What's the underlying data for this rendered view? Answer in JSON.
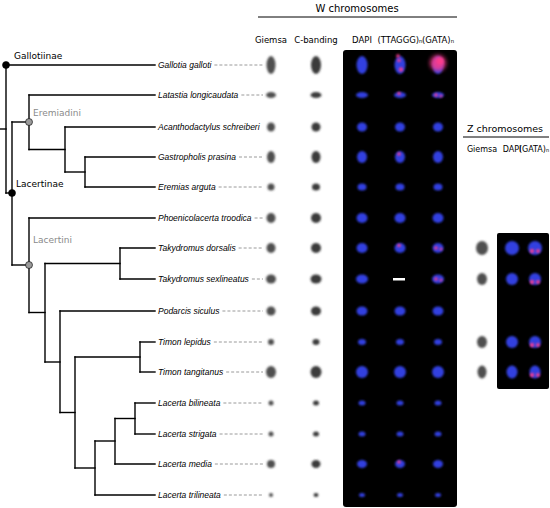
{
  "diagram": {
    "labels": [
      "W chromosomes",
      "Giemsa",
      "C-banding",
      "DAPI",
      "(TTAGGG)ₙ",
      "(GATA)ₙ",
      "Gallotiinae",
      "Eremiadini",
      "Lacertinae",
      "Lacertini",
      "Gallotia galloti",
      "Latastia longicaudata",
      "Acanthodactylus schreiberi",
      "Gastropholis prasina",
      "Eremias arguta",
      "Phoenicolacerta troodica",
      "Takydromus dorsalis",
      "Takydromus sexlineatus",
      "Podarcis siculus",
      "Timon lepidus",
      "Timon tangitanus",
      "Lacerta bilineata",
      "Lacerta strigata",
      "Lacerta media",
      "Lacerta trilineata",
      "Z chromosomes",
      "Giemsa",
      "DAPI",
      "(GATA)ₙ"
    ]
  }
}
